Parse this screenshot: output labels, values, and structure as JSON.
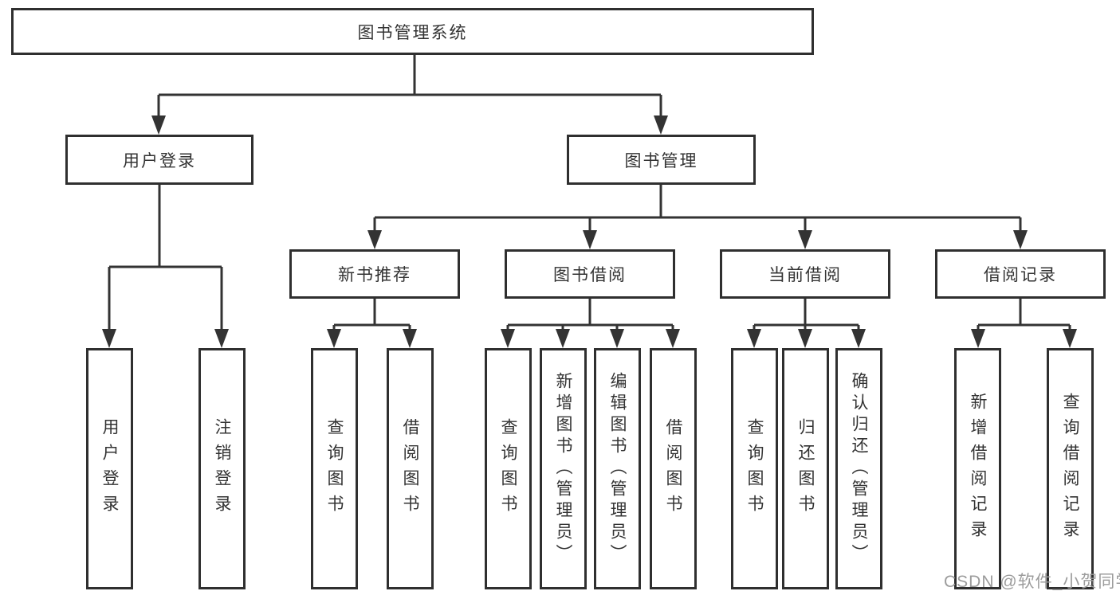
{
  "diagram": {
    "root": {
      "label": "图书管理系统"
    },
    "branches": [
      {
        "label": "用户登录",
        "children": [
          {
            "label": "用户登录"
          },
          {
            "label": "注销登录"
          }
        ]
      },
      {
        "label": "图书管理",
        "groups": [
          {
            "label": "新书推荐",
            "children": [
              {
                "label": "查询图书"
              },
              {
                "label": "借阅图书"
              }
            ]
          },
          {
            "label": "图书借阅",
            "children": [
              {
                "label": "查询图书"
              },
              {
                "label": "新增图书（管理员）"
              },
              {
                "label": "编辑图书（管理员）"
              },
              {
                "label": "借阅图书"
              }
            ]
          },
          {
            "label": "当前借阅",
            "children": [
              {
                "label": "查询图书"
              },
              {
                "label": "归还图书"
              },
              {
                "label": "确认归还（管理员）"
              }
            ]
          },
          {
            "label": "借阅记录",
            "children": [
              {
                "label": "新增借阅记录"
              },
              {
                "label": "查询借阅记录"
              }
            ]
          }
        ]
      }
    ]
  },
  "watermark": {
    "text": "CSDN @软件_小贺同学"
  },
  "colors": {
    "line": "#333333",
    "box_border": "#2f2f2f",
    "box_background": "#ffffff",
    "text": "#333333",
    "watermark": "#9c9c9c",
    "background": "#ffffff"
  }
}
